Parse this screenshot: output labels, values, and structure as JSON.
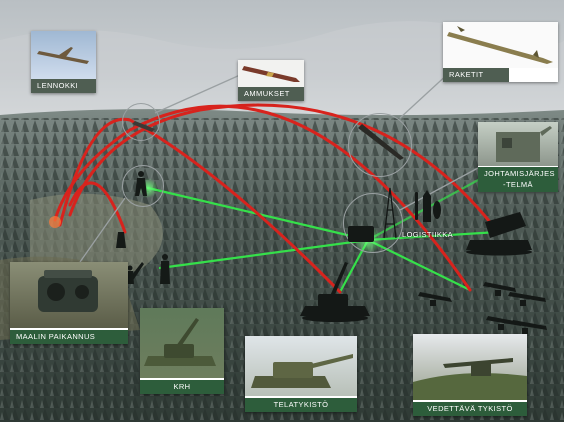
{
  "labels": {
    "lennokki": "LENNOKKI",
    "ammukset": "AMMUKSET",
    "raketit": "RAKETIT",
    "johtamis_line1": "JOHTAMISJÄRJES",
    "johtamis_line2": "-TELMÄ",
    "logistiikka": "LOGISTIIKKA",
    "maalin": "MAALIN PAIKANNUS",
    "krh": "KRH",
    "telatykisto": "TELATYKISTÖ",
    "vedettava": "VEDETTÄVÄ TYKISTÖ"
  },
  "colors": {
    "fire_line": "#d8231d",
    "network_line": "#35e04a",
    "label_bg": "#4f5e52",
    "label_bg_green": "#2d5d3b"
  }
}
